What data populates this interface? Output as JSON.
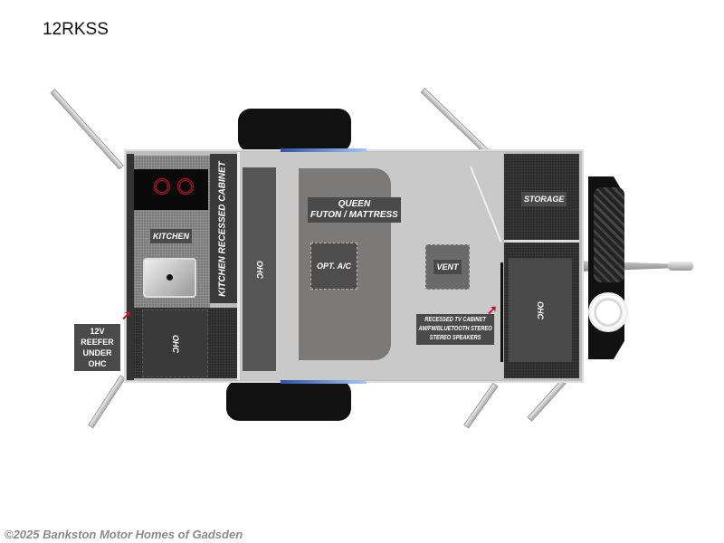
{
  "title": "12RKSS",
  "labels": {
    "kitchen": "KITCHEN",
    "kitchen_cabinet": "KITCHEN RECESSED CABINET",
    "ohc": "OHC",
    "queen": [
      "QUEEN",
      "FUTON / MATTRESS"
    ],
    "opt_ac": "OPT. A/C",
    "vent": "VENT",
    "storage": "STORAGE",
    "tv": [
      "RECESSED TV CABINET",
      "AM/FM/BLUETOOTH STEREO",
      "STEREO SPEAKERS"
    ],
    "reefer": [
      "12V",
      "REEFER",
      "UNDER OHC"
    ]
  },
  "colors": {
    "accent_arrow": "#c8102e",
    "window_blue": "#4a7fd0"
  },
  "footer": "©2025 Bankston Motor Homes of Gadsden"
}
